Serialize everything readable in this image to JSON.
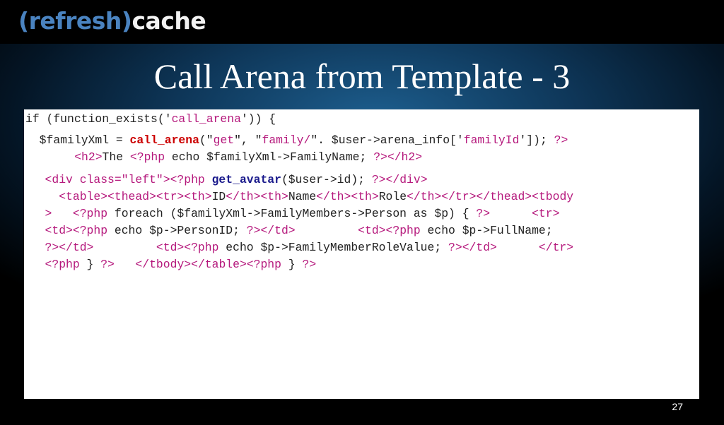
{
  "logo": {
    "open_paren": "(",
    "word1": "refresh",
    "close_paren": ")",
    "word2": "cache"
  },
  "slide": {
    "title": "Call Arena from Template - 3",
    "page_number": "27"
  },
  "code": {
    "l1": {
      "a": "if (function_exists('",
      "b": "call_arena",
      "c": "')) {"
    },
    "l2": {
      "a": "  $familyXml = ",
      "b": "call_arena",
      "c": "(\"",
      "d": "get",
      "e": "\", \"",
      "f": "family/",
      "g": "\". $user->arena_info['",
      "h": "familyId",
      "i": "']); ",
      "j": "?>"
    },
    "l3": {
      "a": "     ",
      "b": "<h2>",
      "c": "The ",
      "d": "<?php",
      "e": " echo $familyXml->FamilyName; ",
      "f": "?></h2>"
    },
    "l4": {
      "a": "   ",
      "b": "<div class=\"left\"><?php",
      "c": " ",
      "d": "get_avatar",
      "e": "($user->id); ",
      "f": "?></div>"
    },
    "l5": {
      "a": "     ",
      "b": "<table><thead><tr><th>",
      "c": "ID",
      "d": "</th><th>",
      "e": "Name",
      "f": "</th><th>",
      "g": "Role",
      "h": "</th></tr></thead><tbody"
    },
    "l6": {
      "a": "   ",
      "b": ">",
      "c": "   ",
      "d": "<?php",
      "e": " foreach ($familyXml->FamilyMembers->Person as $p) { ",
      "f": "?>",
      "g": "      ",
      "h": "<tr>"
    },
    "l7": {
      "a": "   ",
      "b": "<td><?php",
      "c": " echo $p->PersonID; ",
      "d": "?></td>",
      "e": "         ",
      "f": "<td><?php",
      "g": " echo $p->FullName;"
    },
    "l8": {
      "a": "   ",
      "b": "?></td>",
      "c": "         ",
      "d": "<td><?php",
      "e": " echo $p->FamilyMemberRoleValue; ",
      "f": "?></td>",
      "g": "      ",
      "h": "</tr>"
    },
    "l9": {
      "a": "   ",
      "b": "<?php",
      "c": " } ",
      "d": "?>",
      "e": "   ",
      "f": "</tbody></table><?php",
      "g": " } ",
      "h": "?>"
    }
  }
}
